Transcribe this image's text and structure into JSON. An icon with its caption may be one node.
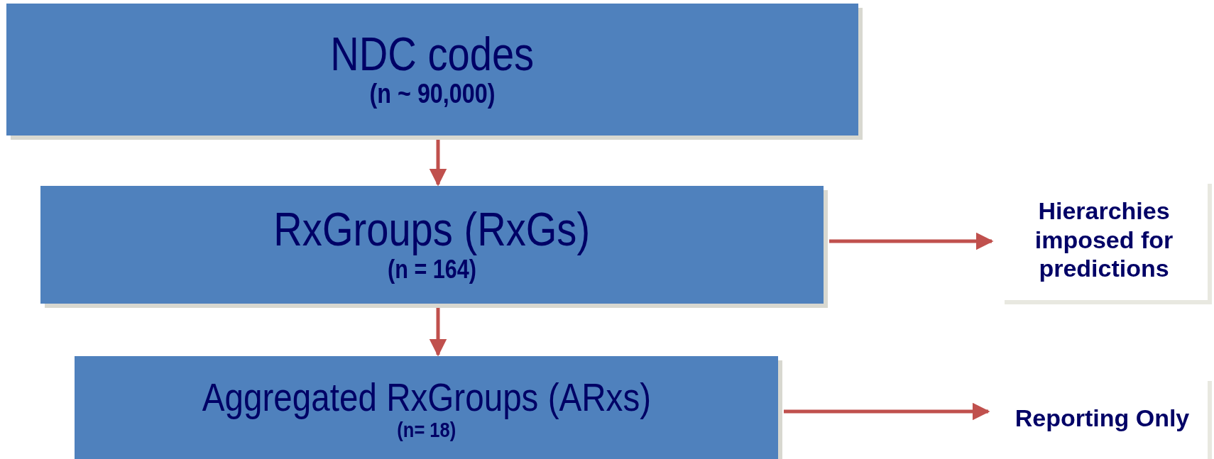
{
  "diagram": {
    "nodes": [
      {
        "text": [
          "NDC codes",
          "(n ~ 90,000)"
        ]
      },
      {
        "text": [
          "RxGroups (RxGs)",
          "(n = 164)"
        ]
      },
      {
        "text": [
          "Aggregated RxGroups (ARxs)",
          "(n= 18)"
        ]
      },
      {
        "text": [
          "Hierarchies imposed for predictions"
        ]
      },
      {
        "text": [
          "Reporting Only"
        ]
      }
    ],
    "edges": [
      {
        "from": 0,
        "to": 1,
        "arrow": "to"
      },
      {
        "from": 1,
        "to": 3,
        "arrow": "to"
      },
      {
        "from": 1,
        "to": 2,
        "arrow": "to"
      },
      {
        "from": 2,
        "to": 4,
        "arrow": "to"
      }
    ]
  }
}
